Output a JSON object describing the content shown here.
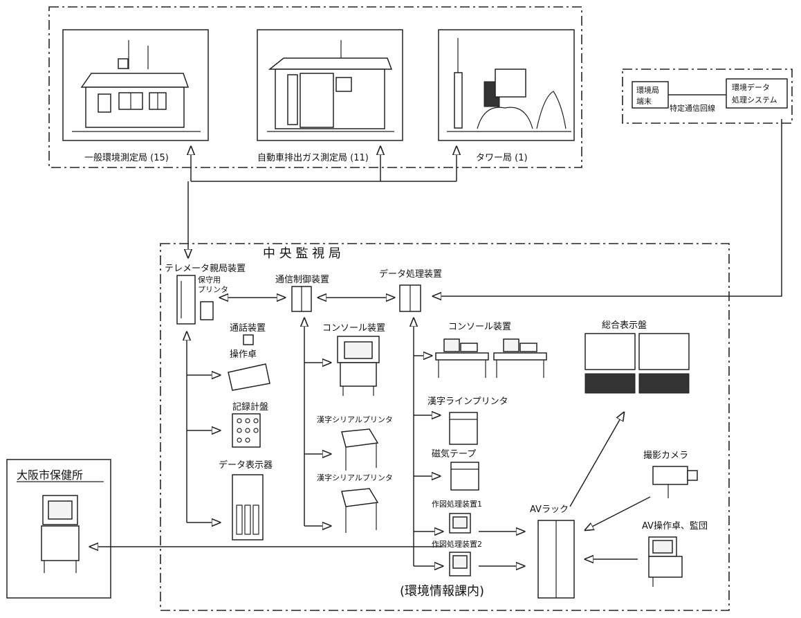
{
  "stations": {
    "general": "一般環境測定局 (15)",
    "roadside": "自動車排出ガス測定局 (11)",
    "tower": "タワー局 (1)"
  },
  "env_system": {
    "terminal": [
      "環境局",
      "端末"
    ],
    "line": "特定通信回線",
    "system": [
      "環境データ",
      "処理システム"
    ]
  },
  "center": {
    "title": "中 央 監 視 局",
    "footer": "(環境情報課内)",
    "telemeter": "テレメータ親局装置",
    "maint_printer": [
      "保守用",
      "プリンタ"
    ],
    "comm_control": "通信制御装置",
    "data_processor": "データ処理装置",
    "call_device": "通話装置",
    "operation_desk": "操作卓",
    "recorder_panel": "記録計盤",
    "data_display": "データ表示器",
    "console_1": "コンソール装置",
    "console_2": "コンソール装置",
    "serial_printer_1": "漢字シリアルプリンタ",
    "serial_printer_2": "漢字シリアルプリンタ",
    "line_printer": "漢字ラインプリンタ",
    "magnetic_tape": "磁気テープ",
    "graphics_1": "作図処理装置1",
    "graphics_2": "作図処理装置2",
    "general_display": "総合表示盤",
    "camera": "撮影カメラ",
    "av_rack": "AVラック",
    "av_desk": "AV操作卓、監団"
  },
  "health_center": "大阪市保健所"
}
